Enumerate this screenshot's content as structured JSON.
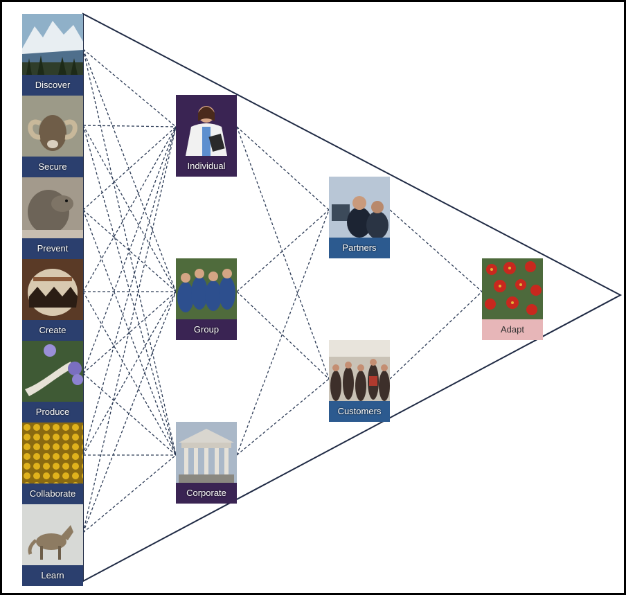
{
  "diagram": {
    "tiers": [
      {
        "id": "domains",
        "nodes": [
          {
            "id": "discover",
            "label": "Discover",
            "icon": "mountain-lake-icon"
          },
          {
            "id": "secure",
            "label": "Secure",
            "icon": "ram-icon"
          },
          {
            "id": "prevent",
            "label": "Prevent",
            "icon": "marmot-icon"
          },
          {
            "id": "create",
            "label": "Create",
            "icon": "pottery-icon"
          },
          {
            "id": "produce",
            "label": "Produce",
            "icon": "flower-icon"
          },
          {
            "id": "collaborate",
            "label": "Collaborate",
            "icon": "yellow-flowers-icon"
          },
          {
            "id": "learn",
            "label": "Learn",
            "icon": "coyote-icon"
          }
        ]
      },
      {
        "id": "scope",
        "nodes": [
          {
            "id": "individual",
            "label": "Individual",
            "icon": "doctor-icon"
          },
          {
            "id": "group",
            "label": "Group",
            "icon": "team-icon"
          },
          {
            "id": "corporate",
            "label": "Corporate",
            "icon": "building-icon"
          }
        ]
      },
      {
        "id": "audience",
        "nodes": [
          {
            "id": "partners",
            "label": "Partners",
            "icon": "business-meeting-icon"
          },
          {
            "id": "customers",
            "label": "Customers",
            "icon": "crowd-icon"
          }
        ]
      },
      {
        "id": "outcome",
        "nodes": [
          {
            "id": "adapt",
            "label": "Adapt",
            "icon": "cactus-flower-icon"
          }
        ]
      }
    ],
    "connections": [
      [
        "discover",
        "individual"
      ],
      [
        "discover",
        "group"
      ],
      [
        "discover",
        "corporate"
      ],
      [
        "secure",
        "individual"
      ],
      [
        "secure",
        "group"
      ],
      [
        "secure",
        "corporate"
      ],
      [
        "prevent",
        "individual"
      ],
      [
        "prevent",
        "group"
      ],
      [
        "prevent",
        "corporate"
      ],
      [
        "create",
        "individual"
      ],
      [
        "create",
        "group"
      ],
      [
        "create",
        "corporate"
      ],
      [
        "produce",
        "individual"
      ],
      [
        "produce",
        "group"
      ],
      [
        "produce",
        "corporate"
      ],
      [
        "collaborate",
        "individual"
      ],
      [
        "collaborate",
        "group"
      ],
      [
        "collaborate",
        "corporate"
      ],
      [
        "learn",
        "individual"
      ],
      [
        "learn",
        "group"
      ],
      [
        "learn",
        "corporate"
      ],
      [
        "individual",
        "partners"
      ],
      [
        "individual",
        "customers"
      ],
      [
        "group",
        "partners"
      ],
      [
        "group",
        "customers"
      ],
      [
        "corporate",
        "partners"
      ],
      [
        "corporate",
        "customers"
      ],
      [
        "partners",
        "adapt"
      ],
      [
        "customers",
        "adapt"
      ]
    ],
    "colors": {
      "domain_tile": "#2b3f6e",
      "scope_tile": "#3a2453",
      "audience_tile": "#2c5a8f",
      "outcome_tile": "#e7b6b8",
      "connector": "#2b3a55",
      "outline": "#1f2a44"
    }
  }
}
